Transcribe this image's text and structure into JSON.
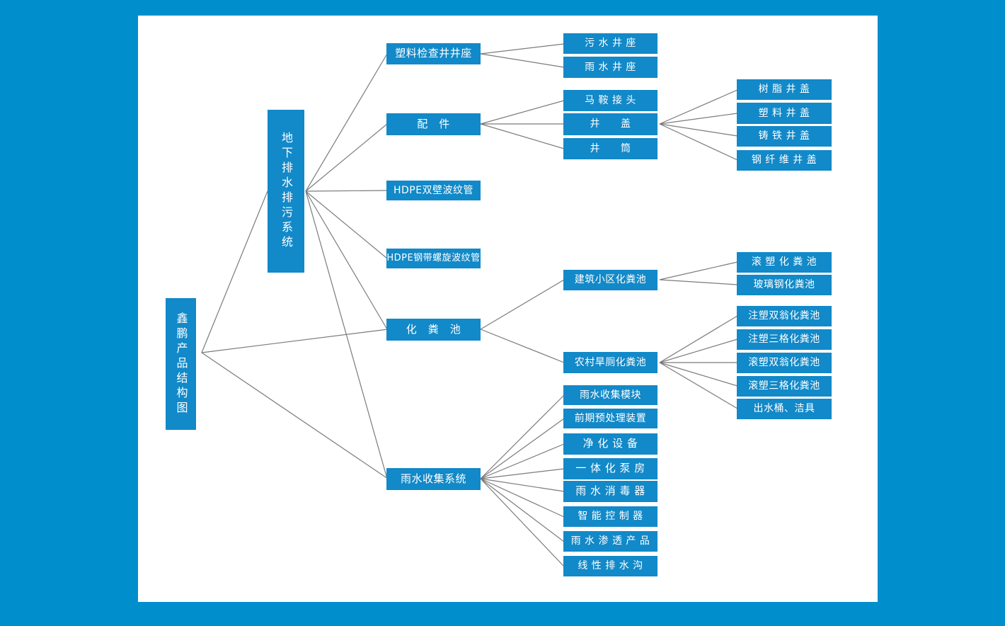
{
  "diagram": {
    "title": "鑫鹏产品结构图",
    "background_color": "#008fcc",
    "canvas_color": "#ffffff",
    "node_color": "#1289c8",
    "node_text_color": "#ffffff",
    "edge_color": "#7b7b7b"
  },
  "nodes": {
    "root": {
      "label": "鑫鹏产品结构图"
    },
    "level2": [
      {
        "label": "地下排水排污系统"
      }
    ],
    "level3": [
      {
        "label": "塑料检查井井座"
      },
      {
        "label": "配　件"
      },
      {
        "label": "HDPE双壁波纹管"
      },
      {
        "label": "HDPE钢带螺旋波纹管"
      },
      {
        "label": "化　粪　池"
      },
      {
        "label": "雨水收集系统"
      }
    ],
    "level4": [
      {
        "label": "污 水 井 座"
      },
      {
        "label": "雨 水 井 座"
      },
      {
        "label": "马 鞍 接 头"
      },
      {
        "label": "井　　盖"
      },
      {
        "label": "井　　筒"
      },
      {
        "label": "建筑小区化粪池"
      },
      {
        "label": "农村旱厕化粪池"
      },
      {
        "label": "雨水收集模块"
      },
      {
        "label": "前期预处理装置"
      },
      {
        "label": "净 化 设 备"
      },
      {
        "label": "一 体 化 泵 房"
      },
      {
        "label": "雨 水 消 毒 器"
      },
      {
        "label": "智 能 控 制 器"
      },
      {
        "label": "雨 水 渗 透 产 品"
      },
      {
        "label": "线 性 排 水 沟"
      }
    ],
    "level5": [
      {
        "label": "树 脂 井 盖"
      },
      {
        "label": "塑 料 井 盖"
      },
      {
        "label": "铸 铁 井 盖"
      },
      {
        "label": "钢 纤 维 井 盖"
      },
      {
        "label": "滚 塑 化 粪 池"
      },
      {
        "label": "玻璃钢化粪池"
      },
      {
        "label": "注塑双翁化粪池"
      },
      {
        "label": "注塑三格化粪池"
      },
      {
        "label": "滚塑双翁化粪池"
      },
      {
        "label": "滚塑三格化粪池"
      },
      {
        "label": "出水桶、洁具"
      }
    ]
  }
}
